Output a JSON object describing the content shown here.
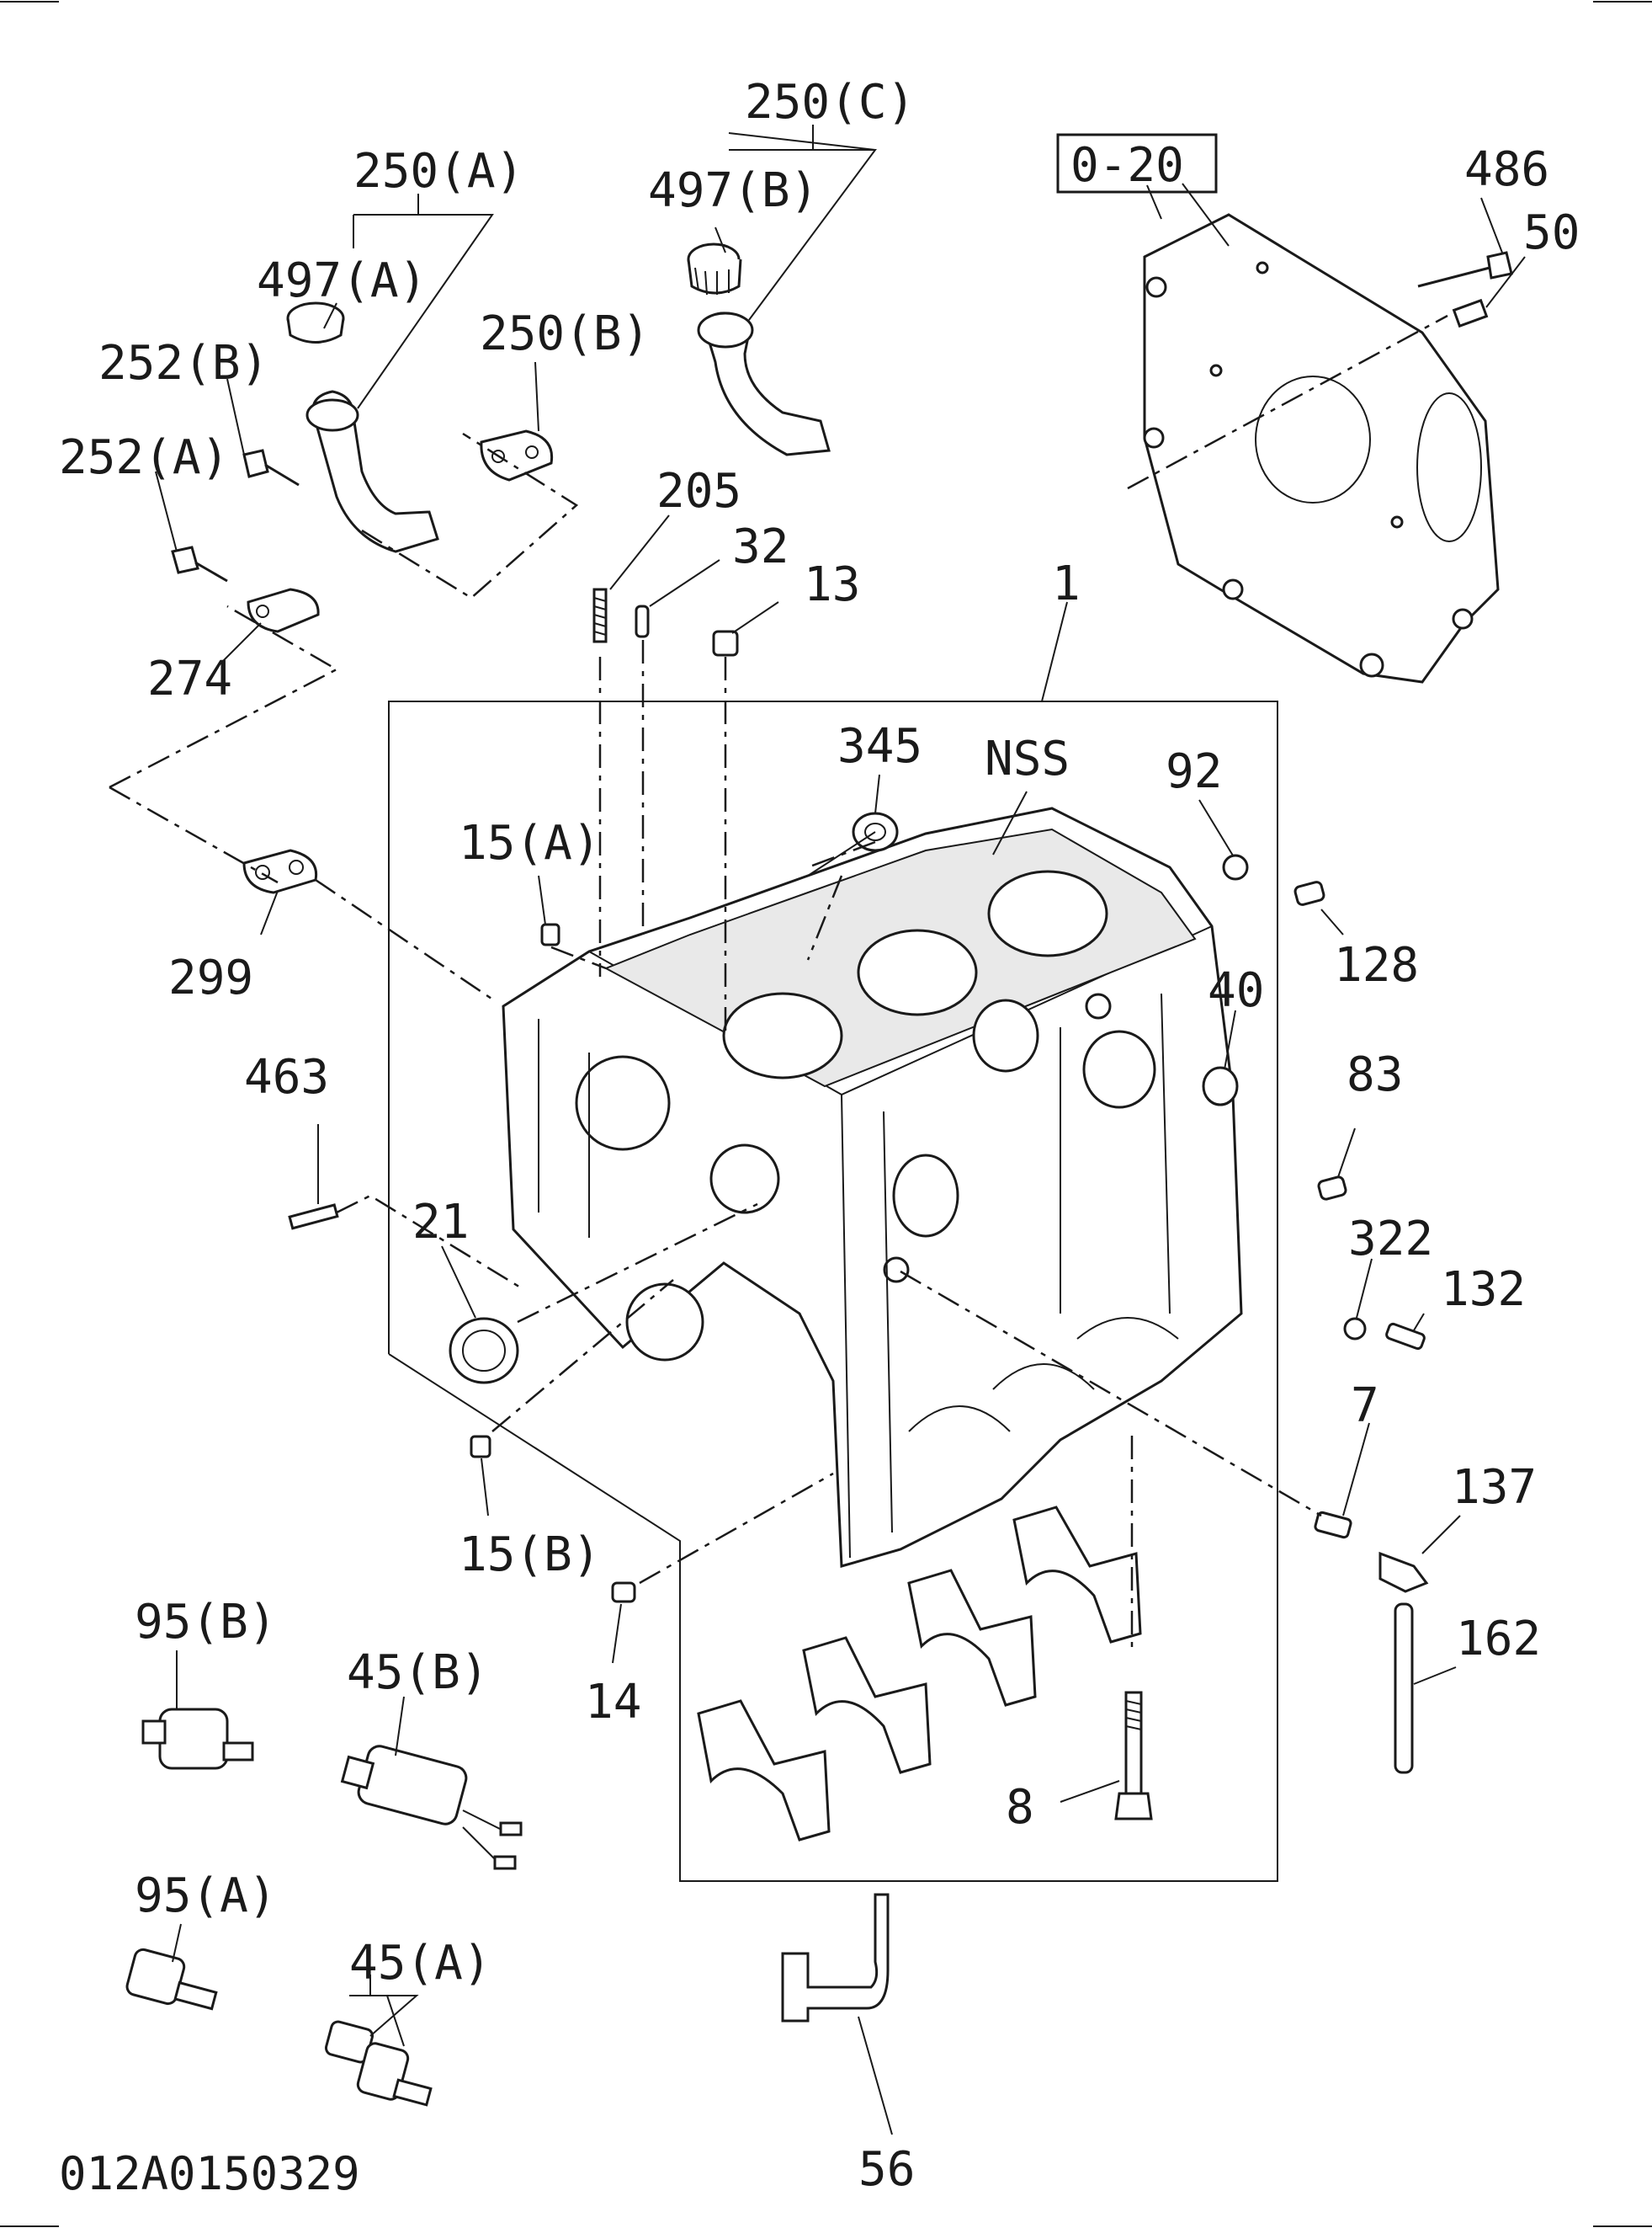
{
  "diagram_id": "012A0150329",
  "labels": {
    "l250c": "250(C)",
    "l250a": "250(A)",
    "l497b": "497(B)",
    "l497a": "497(A)",
    "l252b": "252(B)",
    "l250b": "250(B)",
    "l252a": "252(A)",
    "l205": "205",
    "l32": "32",
    "l13": "13",
    "l274": "274",
    "l1": "1",
    "l020": "0-20",
    "l486": "486",
    "l50": "50",
    "l345": "345",
    "lnss": "NSS",
    "l92": "92",
    "l15a": "15(A)",
    "l128": "128",
    "l299": "299",
    "l40": "40",
    "l463": "463",
    "l83": "83",
    "l21": "21",
    "l322": "322",
    "l132": "132",
    "l7": "7",
    "l15b": "15(B)",
    "l137": "137",
    "l95b": "95(B)",
    "l45b": "45(B)",
    "l14": "14",
    "l162": "162",
    "l8": "8",
    "l95a": "95(A)",
    "l45a": "45(A)",
    "l56": "56"
  },
  "colors": {
    "line": "#1a1a1a",
    "background": "#ffffff"
  }
}
